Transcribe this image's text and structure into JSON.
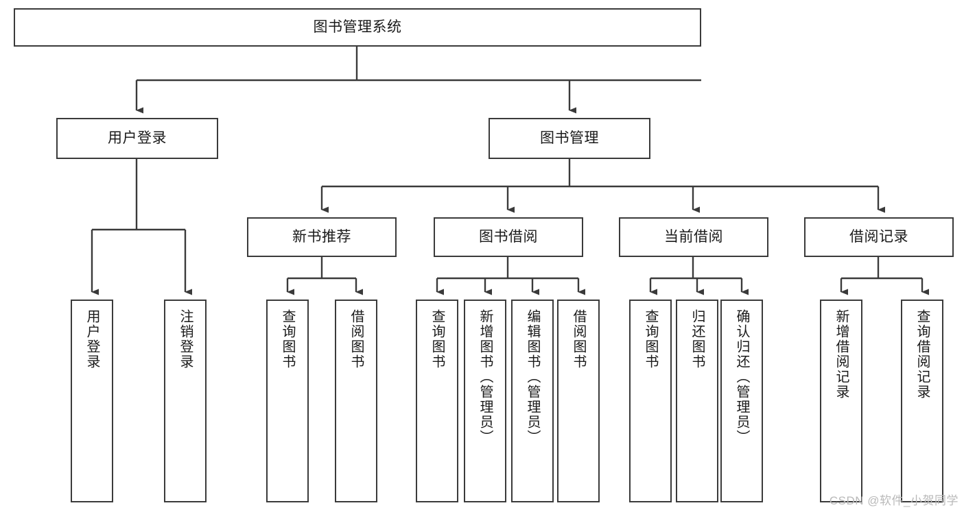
{
  "diagram": {
    "type": "tree-hierarchy-diagram",
    "root": {
      "id": "root",
      "label": "图书管理系统"
    },
    "level1": [
      {
        "id": "user-login",
        "label": "用户登录"
      },
      {
        "id": "book-management",
        "label": "图书管理"
      }
    ],
    "level2": [
      {
        "id": "new-book-recommend",
        "label": "新书推荐",
        "parent": "book-management"
      },
      {
        "id": "book-borrow",
        "label": "图书借阅",
        "parent": "book-management"
      },
      {
        "id": "current-borrow",
        "label": "当前借阅",
        "parent": "book-management"
      },
      {
        "id": "borrow-record",
        "label": "借阅记录",
        "parent": "book-management"
      }
    ],
    "leaves": [
      {
        "id": "leaf-user-login",
        "label": "用户登录",
        "parent": "user-login"
      },
      {
        "id": "leaf-logout-login",
        "label": "注销登录",
        "parent": "user-login"
      },
      {
        "id": "leaf-query-book-1",
        "label": "查询图书",
        "parent": "new-book-recommend"
      },
      {
        "id": "leaf-borrow-book-1",
        "label": "借阅图书",
        "parent": "new-book-recommend"
      },
      {
        "id": "leaf-query-book-2",
        "label": "查询图书",
        "parent": "book-borrow"
      },
      {
        "id": "leaf-add-book",
        "label": "新增图书（管理员）",
        "parent": "book-borrow"
      },
      {
        "id": "leaf-edit-book",
        "label": "编辑图书（管理员）",
        "parent": "book-borrow"
      },
      {
        "id": "leaf-borrow-book-2",
        "label": "借阅图书",
        "parent": "book-borrow"
      },
      {
        "id": "leaf-query-book-3",
        "label": "查询图书",
        "parent": "current-borrow"
      },
      {
        "id": "leaf-return-book",
        "label": "归还图书",
        "parent": "current-borrow"
      },
      {
        "id": "leaf-confirm-return",
        "label": "确认归还（管理员）",
        "parent": "current-borrow"
      },
      {
        "id": "leaf-add-record",
        "label": "新增借阅记录",
        "parent": "borrow-record"
      },
      {
        "id": "leaf-query-record",
        "label": "查询借阅记录",
        "parent": "borrow-record"
      }
    ],
    "watermark": "CSDN @软件_小贺同学",
    "colors": {
      "stroke": "#3a3a3a",
      "background": "#ffffff",
      "text": "#1a1a1a",
      "watermark": "#b9b9b9"
    }
  }
}
